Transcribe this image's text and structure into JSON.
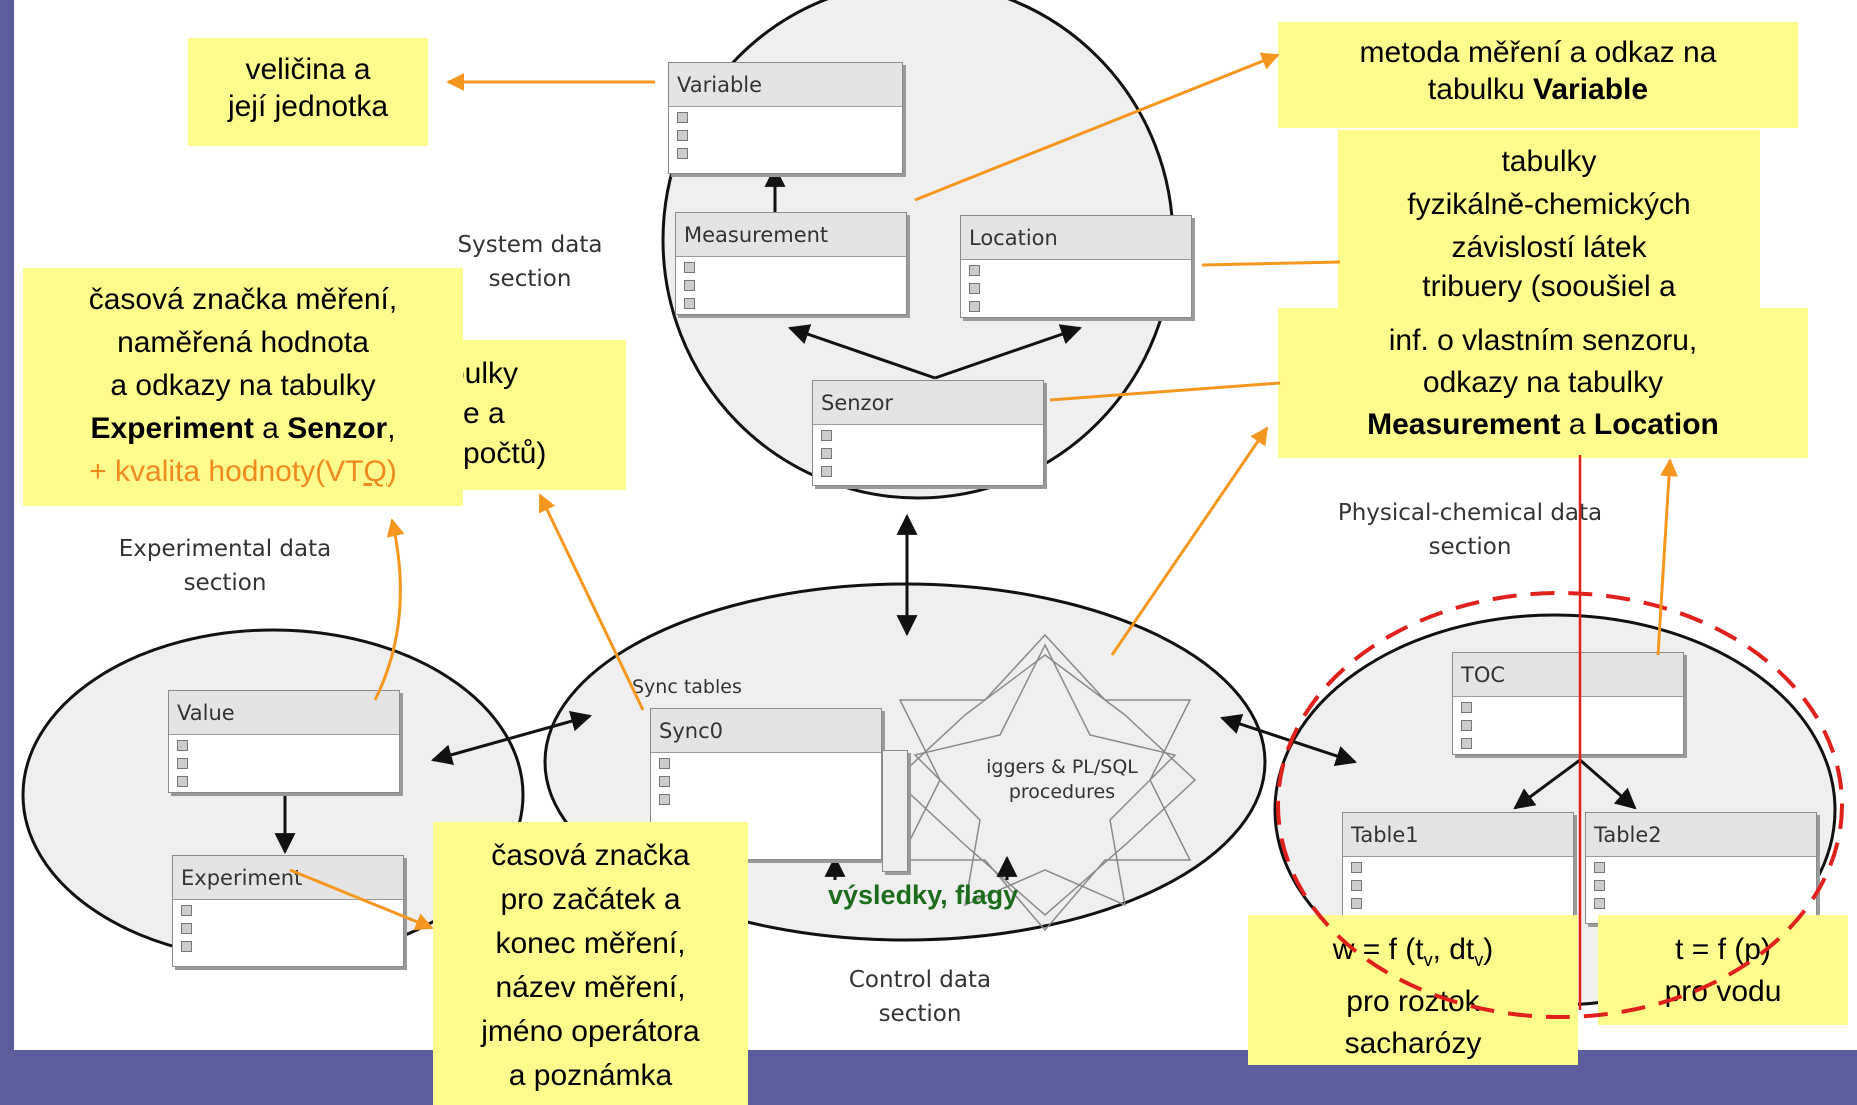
{
  "colors": {
    "background": "#5a5e9c",
    "note_fill": "#fdfb8c",
    "arrow_orange": "#f5971f",
    "highlight_red": "#e0201b",
    "result_green": "#1b6d1b"
  },
  "sections": {
    "system": "System data section",
    "experimental": "Experimental data section",
    "control": "Control data section",
    "physical": "Physical-chemical data section",
    "sync": "Sync tables",
    "triggers": "iggers & PL/SQL procedures"
  },
  "entities": {
    "variable": "Variable",
    "measurement": "Measurement",
    "location": "Location",
    "senzor": "Senzor",
    "value": "Value",
    "experiment": "Experiment",
    "sync0": "Sync0",
    "toc": "TOC",
    "table1": "Table1",
    "table2": "Table2"
  },
  "result_label": "výsledky, flagy",
  "notes": {
    "variable": [
      "veličina a",
      "její jednotka"
    ],
    "measurement": {
      "line1": "metoda měření a odkaz na",
      "prefix": "tabulku ",
      "bold": "Variable"
    },
    "physchem": [
      "tabulky",
      "fyzikálně-chemických",
      "závislostí látek"
    ],
    "hidden_fragment": "tribuery (sooušiel a",
    "senzor": {
      "line1": "inf. o vlastním senzoru,",
      "line2": "odkazy na tabulky",
      "bold1": "Measurement",
      "mid": " a ",
      "bold2": "Location"
    },
    "value": {
      "line1": "časová značka měření,",
      "line2": "naměřená hodnota",
      "line3": "a odkazy na tabulky",
      "bold1": "Experiment",
      "mid": " a ",
      "bold2": "Senzor",
      "comma": ",",
      "orange_prefix": "+ kvalita hodnoty(VT",
      "orange_underlined": "Q",
      "orange_suffix": ")"
    },
    "partial": [
      "bulky",
      "ce a",
      "ýpočtů)"
    ],
    "experiment": [
      "časová značka",
      "pro začátek a",
      "konec měření,",
      "název měření,",
      "jméno operátora",
      "a poznámka"
    ],
    "sucrose": {
      "w": "w = f (t",
      "sub_v": "v",
      "dt": ", dt",
      "close": ")",
      "line2": "pro roztok",
      "line3": "sacharózy"
    },
    "water": [
      "t = f (p)",
      "pro vodu"
    ]
  }
}
